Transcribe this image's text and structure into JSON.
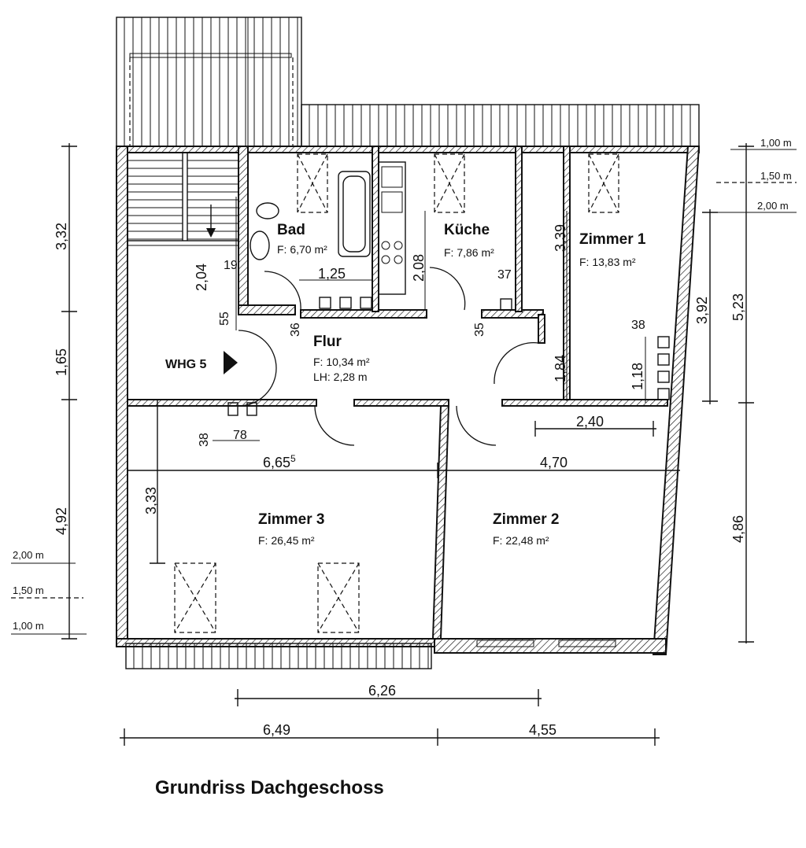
{
  "caption": "Grundriss Dachgeschoss",
  "unit_label": "m²",
  "rooms": {
    "bad": {
      "name": "Bad",
      "area": "F: 6,70 m²"
    },
    "kueche": {
      "name": "Küche",
      "area": "F: 7,86 m²"
    },
    "z1": {
      "name": "Zimmer 1",
      "area": "F:   13,83 m²"
    },
    "flur": {
      "name": "Flur",
      "area": "F: 10,34 m²",
      "height": "LH: 2,28 m"
    },
    "z3": {
      "name": "Zimmer 3",
      "area": "F:   26,45 m²"
    },
    "z2": {
      "name": "Zimmer 2",
      "area": "F:   22,48 m²"
    }
  },
  "entrance": {
    "label": "WHG 5"
  },
  "levels_right": [
    "1,00 m",
    "1,50 m",
    "2,00 m"
  ],
  "levels_left": [
    "2,00 m",
    "1,50 m",
    "1,00 m"
  ],
  "dims": {
    "left_332": "3,32",
    "left_165": "1,65",
    "left_492": "4,92",
    "right_523": "5,23",
    "right_392": "3,92",
    "right_486": "4,86",
    "bottom_626": "6,26",
    "bottom_649": "6,49",
    "bottom_455": "4,55",
    "d_204": "2,04",
    "d_19": "19",
    "d_55": "55",
    "d_125": "1,25",
    "d_36": "36",
    "d_208": "2,08",
    "d_37": "37",
    "d_35": "35",
    "d_339": "3,39",
    "d_184": "1,84",
    "d_38r": "38",
    "d_118": "1,18",
    "d_240": "2,40",
    "d_38l": "38",
    "d_78": "78",
    "d_6655": "6,65",
    "d_6655_sup": "5",
    "d_470": "4,70",
    "d_333": "3,33"
  }
}
